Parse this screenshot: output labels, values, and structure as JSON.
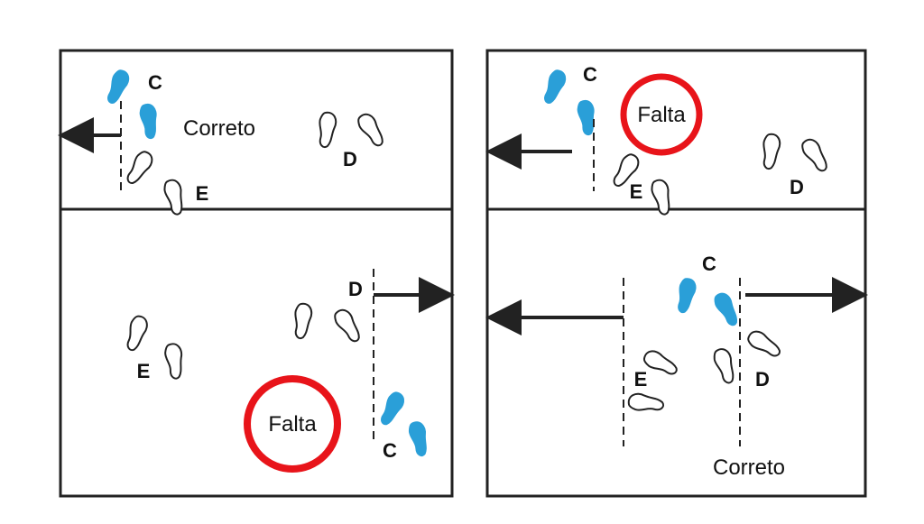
{
  "labels": {
    "left": "E",
    "right": "D",
    "center": "C",
    "correct": "Correto",
    "foul": "Falta"
  },
  "colors": {
    "player_fill": "#2a9fd8",
    "foul_circle": "#e8141a",
    "line": "#222222",
    "background": "#ffffff"
  },
  "panels": [
    {
      "name": "top-left",
      "verdict": "Correto",
      "foul": false
    },
    {
      "name": "bottom-left",
      "verdict": "Falta",
      "foul": true
    },
    {
      "name": "top-right",
      "verdict": "Falta",
      "foul": true
    },
    {
      "name": "bottom-right",
      "verdict": "Correto",
      "foul": false
    }
  ]
}
